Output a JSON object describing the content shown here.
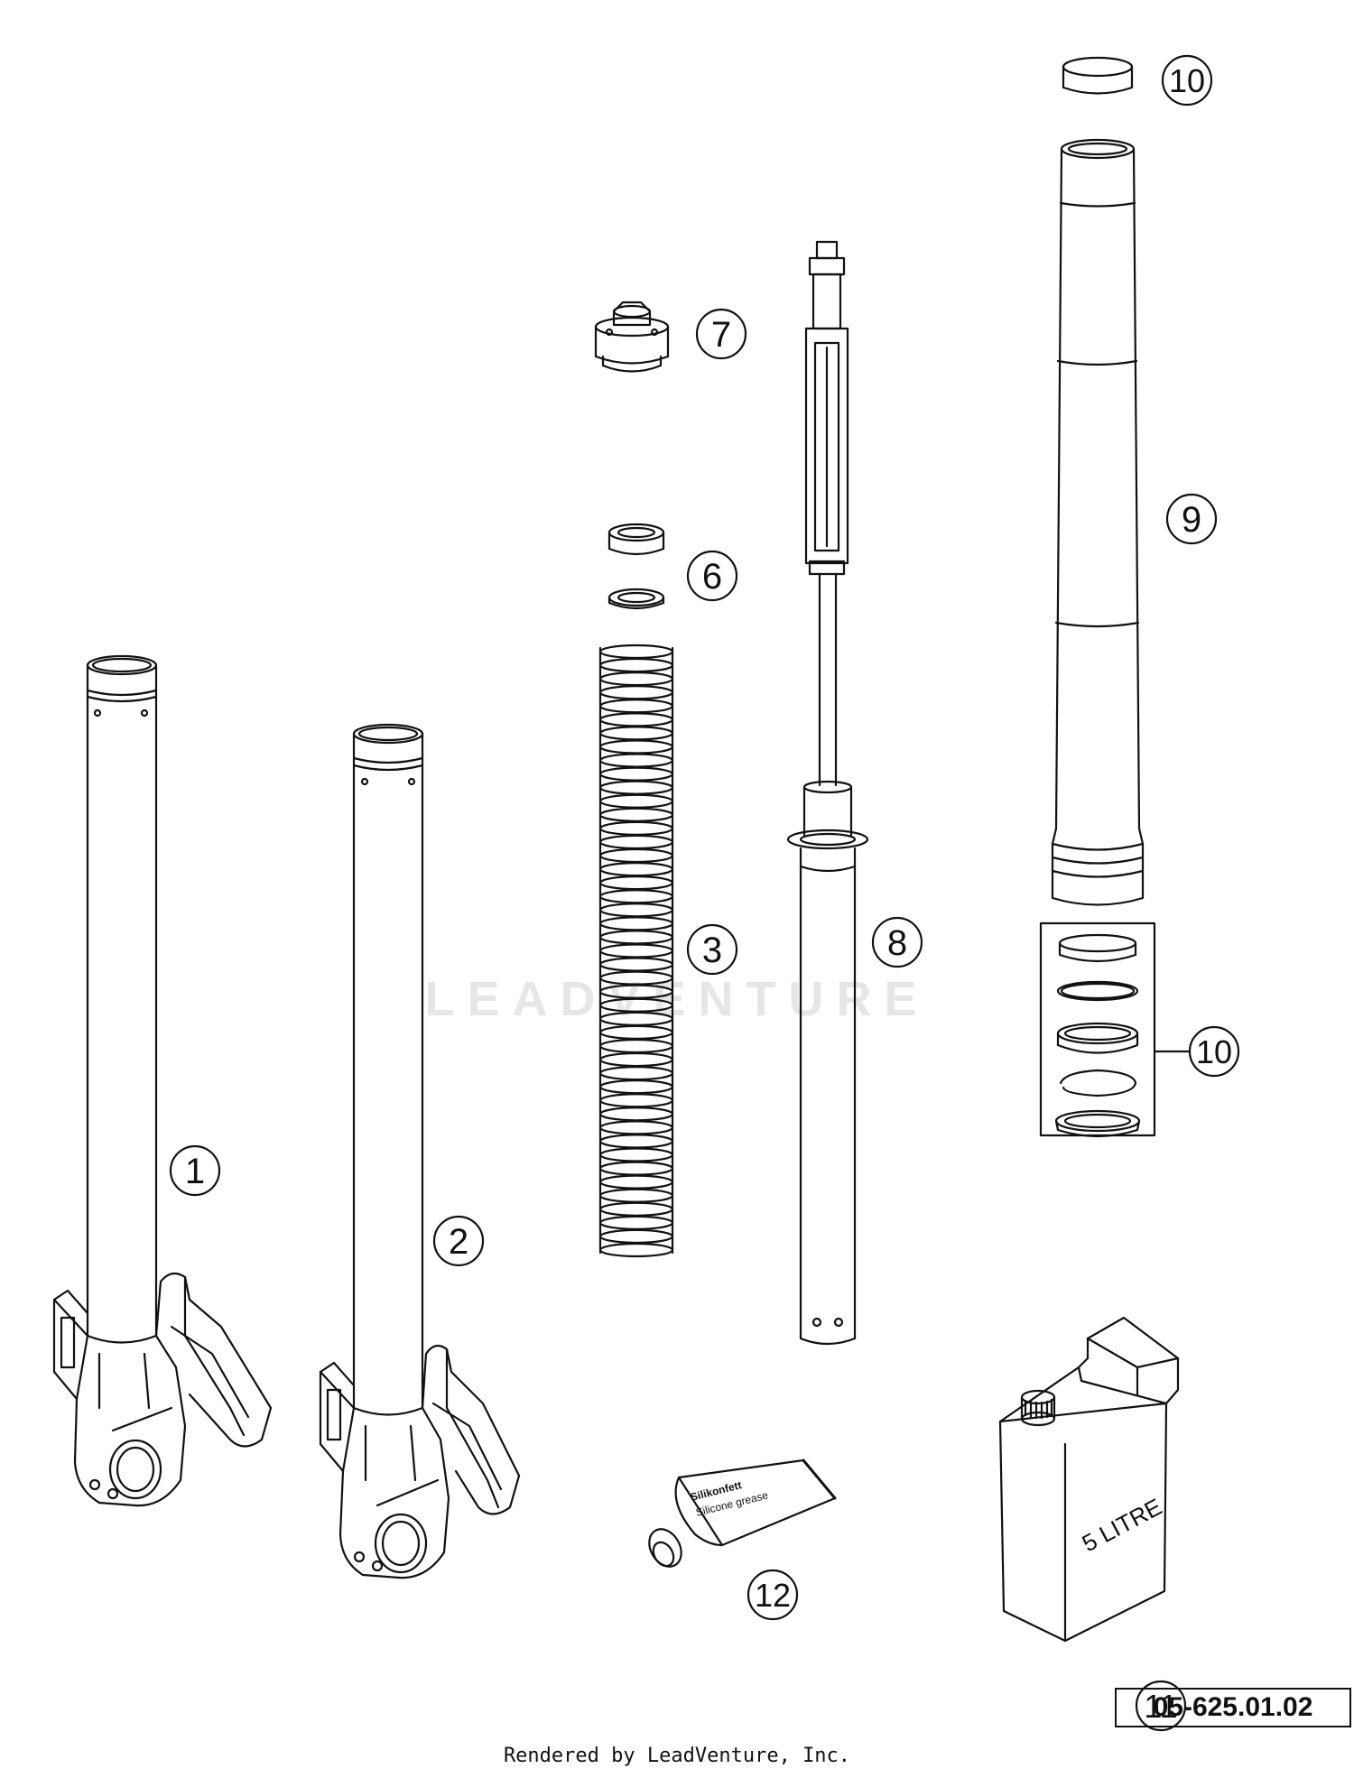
{
  "callouts": [
    {
      "id": "1",
      "label": "1"
    },
    {
      "id": "2",
      "label": "2"
    },
    {
      "id": "3",
      "label": "3"
    },
    {
      "id": "6",
      "label": "6"
    },
    {
      "id": "7",
      "label": "7"
    },
    {
      "id": "8",
      "label": "8"
    },
    {
      "id": "9",
      "label": "9"
    },
    {
      "id": "10a",
      "label": "10"
    },
    {
      "id": "10b",
      "label": "10"
    },
    {
      "id": "11",
      "label": "11"
    },
    {
      "id": "12",
      "label": "12"
    }
  ],
  "labels": {
    "canister": "5 LITRE",
    "tube_line1": "Silikonfett",
    "tube_line2": "Silicone grease",
    "watermark": "LEADVENTURE"
  },
  "part_code": "05-625.01.02",
  "footer": "Rendered by LeadVenture, Inc."
}
